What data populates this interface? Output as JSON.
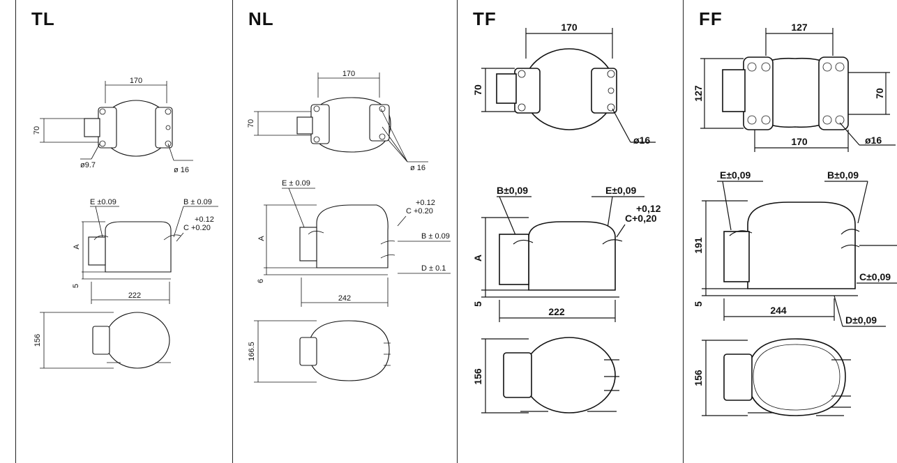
{
  "panels": [
    {
      "title": "TL",
      "top": {
        "width": "170",
        "height": "70",
        "hole_left": "ø9.7",
        "hole_right": "ø 16"
      },
      "side": {
        "E": "E ±0.09",
        "B": "B  ± 0.09",
        "tol_plus": "+0.12",
        "C": "C +0.20",
        "A": "A",
        "base": "5",
        "length": "222"
      },
      "bottom": {
        "depth": "156"
      }
    },
    {
      "title": "NL",
      "top": {
        "width": "170",
        "height": "70",
        "hole_right": "ø 16"
      },
      "side": {
        "E": "E ± 0.09",
        "tol_plus": "+0.12",
        "C": "C +0.20",
        "B": "B ± 0.09",
        "D": "D ± 0.1",
        "A": "A",
        "base": "6",
        "length": "242"
      },
      "bottom": {
        "depth": "166.5"
      }
    },
    {
      "title": "TF",
      "top": {
        "width": "170",
        "height": "70",
        "hole_right": "ø16"
      },
      "side": {
        "B": "B±0,09",
        "E": "E±0,09",
        "tol_plus": "+0,12",
        "C": "C+0,20",
        "A": "A",
        "base": "5",
        "length": "222"
      },
      "bottom": {
        "depth": "156"
      }
    },
    {
      "title": "FF",
      "top": {
        "width": "127",
        "height_left": "127",
        "height_right": "70",
        "length": "170",
        "hole_right": "ø16"
      },
      "side": {
        "E": "E±0,09",
        "B": "B±0,09",
        "C": "C±0,09",
        "D": "D±0,09",
        "height": "191",
        "base": "5",
        "length": "244"
      },
      "bottom": {
        "depth": "156"
      }
    }
  ]
}
